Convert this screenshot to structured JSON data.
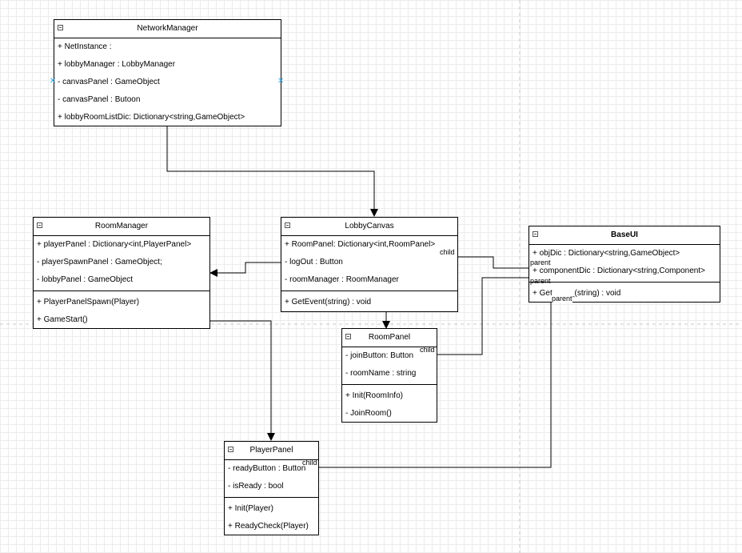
{
  "classes": {
    "network_manager": {
      "name": "NetworkManager",
      "attributes": [
        "+ NetInstance :",
        "+ lobbyManager : LobbyManager",
        "- canvasPanel : GameObject",
        "- canvasPanel : Butoon",
        "+ lobbyRoomListDic: Dictionary<string,GameObject>"
      ],
      "methods": []
    },
    "room_manager": {
      "name": "RoomManager",
      "attributes": [
        "+ playerPanel : Dictionary<int,PlayerPanel>",
        "- playerSpawnPanel : GameObject;",
        "- lobbyPanel : GameObject"
      ],
      "methods": [
        "+ PlayerPanelSpawn(Player)",
        "+ GameStart()"
      ]
    },
    "lobby_canvas": {
      "name": "LobbyCanvas",
      "attributes": [
        "+ RoomPanel: Dictionary<int,RoomPanel>",
        "- logOut : Button",
        "- roomManager : RoomManager"
      ],
      "methods": [
        "+ GetEvent(string) : void"
      ]
    },
    "base_ui": {
      "name": "BaseUI",
      "attributes": [
        "+ objDic : Dictionary<string,GameObject>",
        "+ componentDic : Dictionary<string,Component>"
      ],
      "methods": [
        "+ Get_____(string) : void"
      ]
    },
    "room_panel": {
      "name": "RoomPanel",
      "attributes": [
        "- joinButton: Button",
        "- roomName : string"
      ],
      "methods": [
        "+ Init(RoomInfo)",
        "- JoinRoom()"
      ]
    },
    "player_panel": {
      "name": "PlayerPanel",
      "attributes": [
        "- readyButton : Button",
        "- isReady : bool"
      ],
      "methods": [
        "+ Init(Player)",
        "+ ReadyCheck(Player)"
      ]
    }
  },
  "edge_labels": {
    "lobby_child": "child",
    "base_parent_1": "parent",
    "base_parent_2": "parent",
    "base_parent_3": "parent",
    "room_child": "child",
    "player_child": "child"
  }
}
